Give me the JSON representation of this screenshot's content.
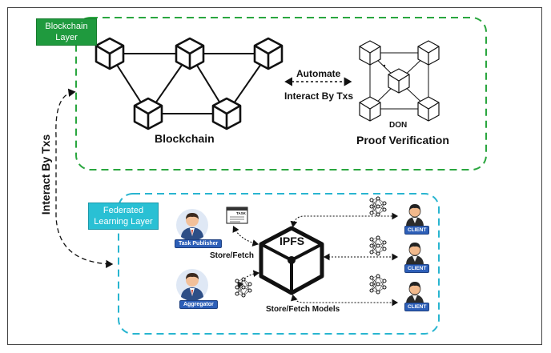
{
  "blockchain_layer": {
    "tag_line1": "Blockchain",
    "tag_line2": "Layer"
  },
  "federated_layer": {
    "tag_line1": "Federated",
    "tag_line2": "Learning Layer"
  },
  "labels": {
    "blockchain": "Blockchain",
    "proof_verification": "Proof Verification",
    "don": "DON",
    "automate": "Automate",
    "interact_by_txs": "Interact By Txs",
    "interact_by_txs_vertical": "Interact By Txs",
    "ipfs": "IPFS",
    "store_fetch": "Store/Fetch",
    "store_fetch_models": "Store/Fetch Models"
  },
  "actors": {
    "task_publisher": "Task Publisher",
    "aggregator": "Aggregator",
    "task_doc": "TASK",
    "clients": [
      "CLIENT",
      "CLIENT",
      "CLIENT"
    ]
  },
  "colors": {
    "blockchain_border": "#2aa63f",
    "federated_border": "#29b5d0",
    "tag_green": "#1f9a3e",
    "tag_cyan": "#29c0d4",
    "badge_blue": "#2d5fb8"
  }
}
